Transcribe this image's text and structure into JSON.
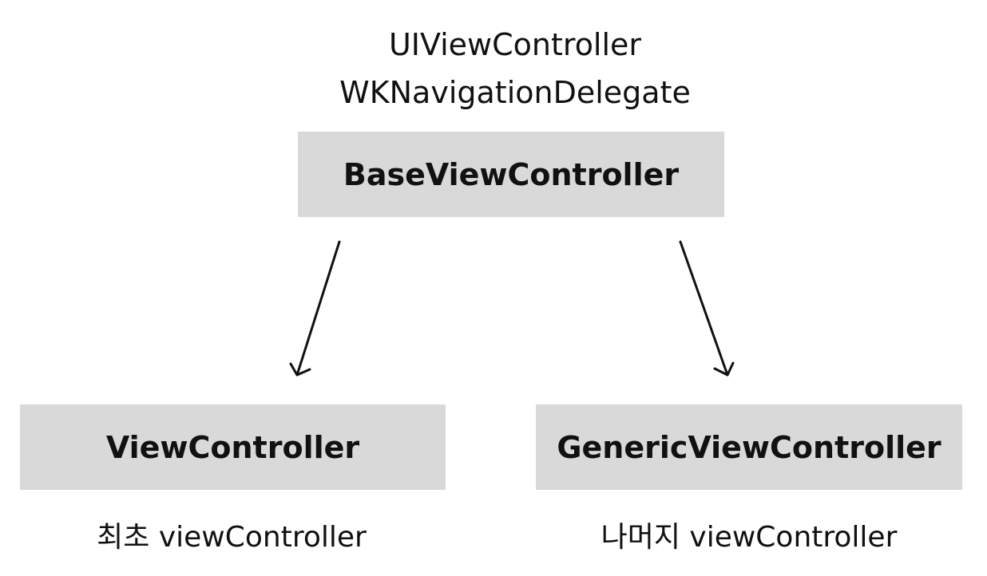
{
  "parent_protocols": [
    "UIViewController",
    "WKNavigationDelegate"
  ],
  "nodes": {
    "base": {
      "label": "BaseViewController"
    },
    "left": {
      "label": "ViewController",
      "caption": "최초 viewController"
    },
    "right": {
      "label": "GenericViewController",
      "caption": "나머지 viewController"
    }
  },
  "colors": {
    "box_fill": "#d9d9d9",
    "text": "#111111",
    "arrow": "#111111"
  }
}
